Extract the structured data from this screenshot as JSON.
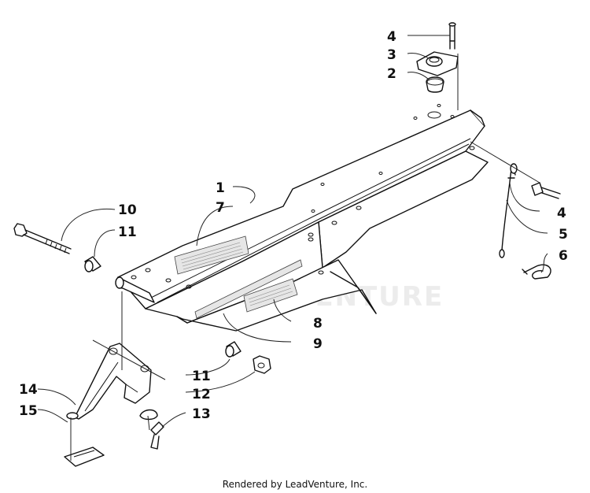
{
  "diagram": {
    "callouts": {
      "c1": "1",
      "c2": "2",
      "c3": "3",
      "c4a": "4",
      "c4b": "4",
      "c5": "5",
      "c6": "6",
      "c7": "7",
      "c8": "8",
      "c9": "9",
      "c10": "10",
      "c11a": "11",
      "c11b": "11",
      "c12": "12",
      "c13": "13",
      "c14": "14",
      "c15": "15"
    },
    "watermark": "VENTURE",
    "footer": "Rendered by LeadVenture, Inc."
  }
}
